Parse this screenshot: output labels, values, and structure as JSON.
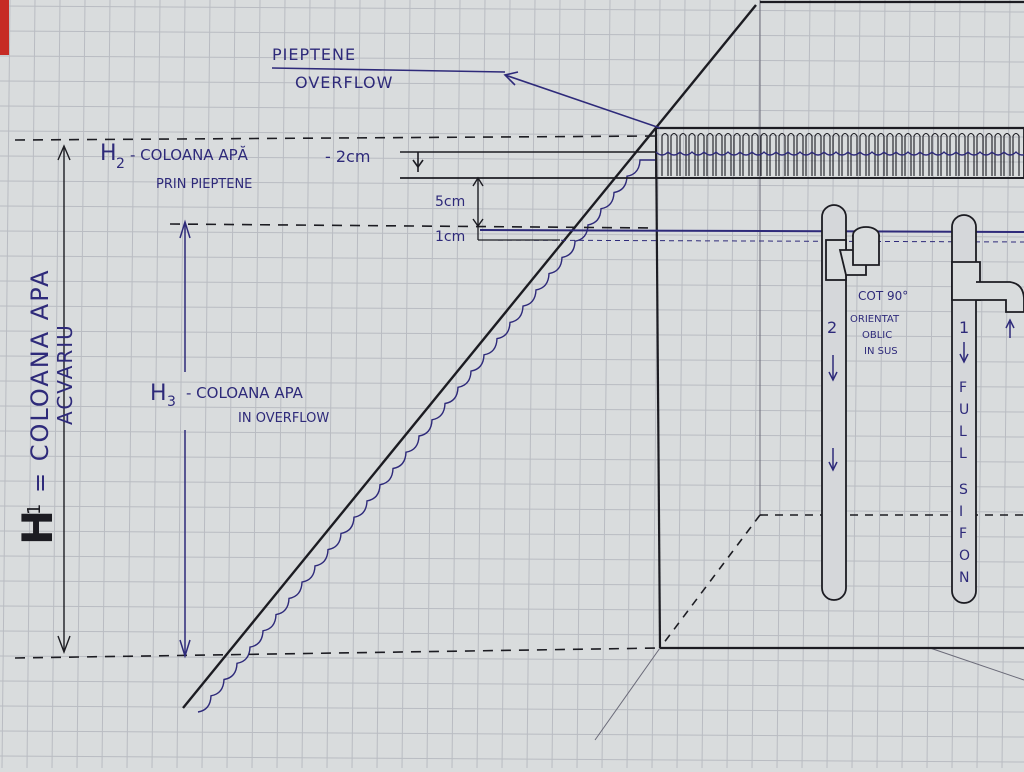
{
  "labels": {
    "pieptene_line1": "PIEPTENE",
    "pieptene_line2": "OVERFLOW",
    "h2_symbol": "H",
    "h2_sub": "2",
    "h2_text": "- COLOANA APĂ",
    "h2_text2": "PRIN PIEPTENE",
    "h2_value": "- 2cm",
    "five_cm": "5cm",
    "one_cm": "1cm",
    "h3_symbol": "H",
    "h3_sub": "3",
    "h3_text": "- COLOANA APA",
    "h3_text2": "IN OVERFLOW",
    "h1_full": "H",
    "h1_sub": "1",
    "h1_text": "= COLOANA APA",
    "h1_text2": "ACVARIU",
    "cot_line1": "COT 90°",
    "cot_line2": "ORIENTAT",
    "cot_line3": "OBLIC",
    "cot_line4": "IN SUS",
    "pipe1_number": "2",
    "pipe2_number": "1",
    "full_sifon_letters": [
      "F",
      "U",
      "L",
      "L",
      "S",
      "I",
      "F",
      "O",
      "N"
    ]
  },
  "colors": {
    "paper": "#d9dcdd",
    "grid": "#b9bcc2",
    "ink_blue": "#2e2a7a",
    "ink_black": "#1c1c22",
    "red_margin": "#c62a24"
  }
}
